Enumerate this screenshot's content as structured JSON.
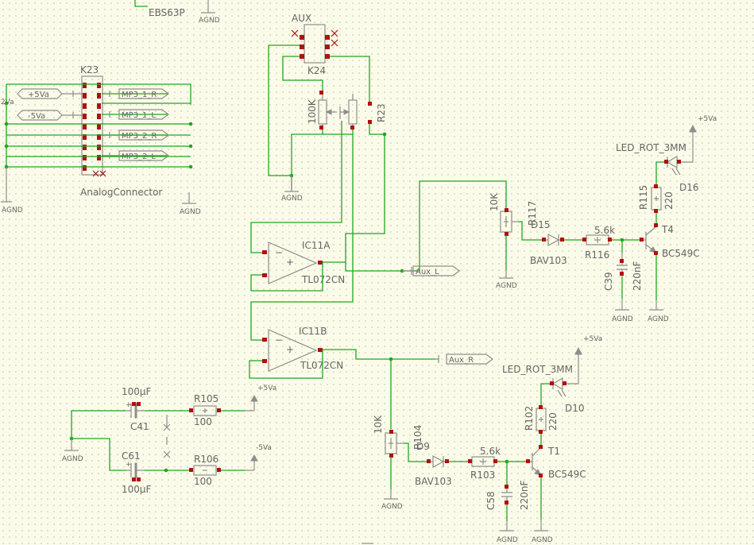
{
  "labels": {
    "ebs63p": "EBS63P",
    "agnd": "AGND",
    "aux": "AUX",
    "k24": "K24",
    "k23": "K23",
    "r100k": "100K",
    "r23": "R23",
    "analog_connector": "AnalogConnector",
    "v2a": "2Va",
    "ic11a": "IC11A",
    "ic11b": "IC11B",
    "tl072cn": "TL072CN",
    "aux_l": "Aux_L",
    "aux_r": "Aux_R",
    "p5va": "+5Va",
    "m5va": "-5Va",
    "mp3_1_r": "MP3_1_R",
    "mp3_1_l": "MP3_1_L",
    "mp3_2_r": "MP3_2_R",
    "mp3_2_l": "MP3_2_L",
    "led": "LED_ROT_3MM",
    "r10k": "10K",
    "r117": "R117",
    "r104": "R104",
    "d15": "D15",
    "d9": "D9",
    "d16": "D16",
    "d10": "D10",
    "bav103": "BAV103",
    "r116": "R116",
    "r103": "R103",
    "r5k6": "5.6k",
    "t4": "T4",
    "t1": "T1",
    "bc549c": "BC549C",
    "r115": "R115",
    "r102": "R102",
    "r220": "220",
    "c39": "C39",
    "c58": "C58",
    "c220nf": "220nF",
    "c100uf": "100µF",
    "c41": "C41",
    "c61": "C61",
    "r105": "R105",
    "r106": "R106",
    "r100": "100"
  }
}
